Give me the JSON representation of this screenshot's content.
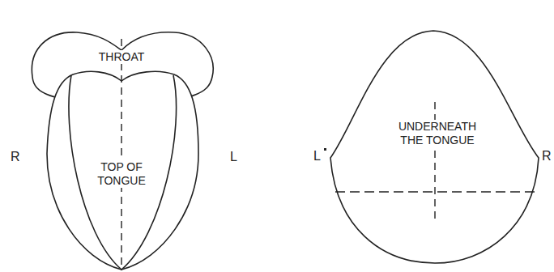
{
  "diagram": {
    "nodes": [
      {
        "text": [
          "THROAT"
        ]
      },
      {
        "text": [
          "TOP OF TONGUE"
        ]
      },
      {
        "text": [
          "UNDERNEATH THE TONGUE"
        ]
      }
    ],
    "labels": [
      "R",
      "L",
      "L",
      "R"
    ]
  }
}
